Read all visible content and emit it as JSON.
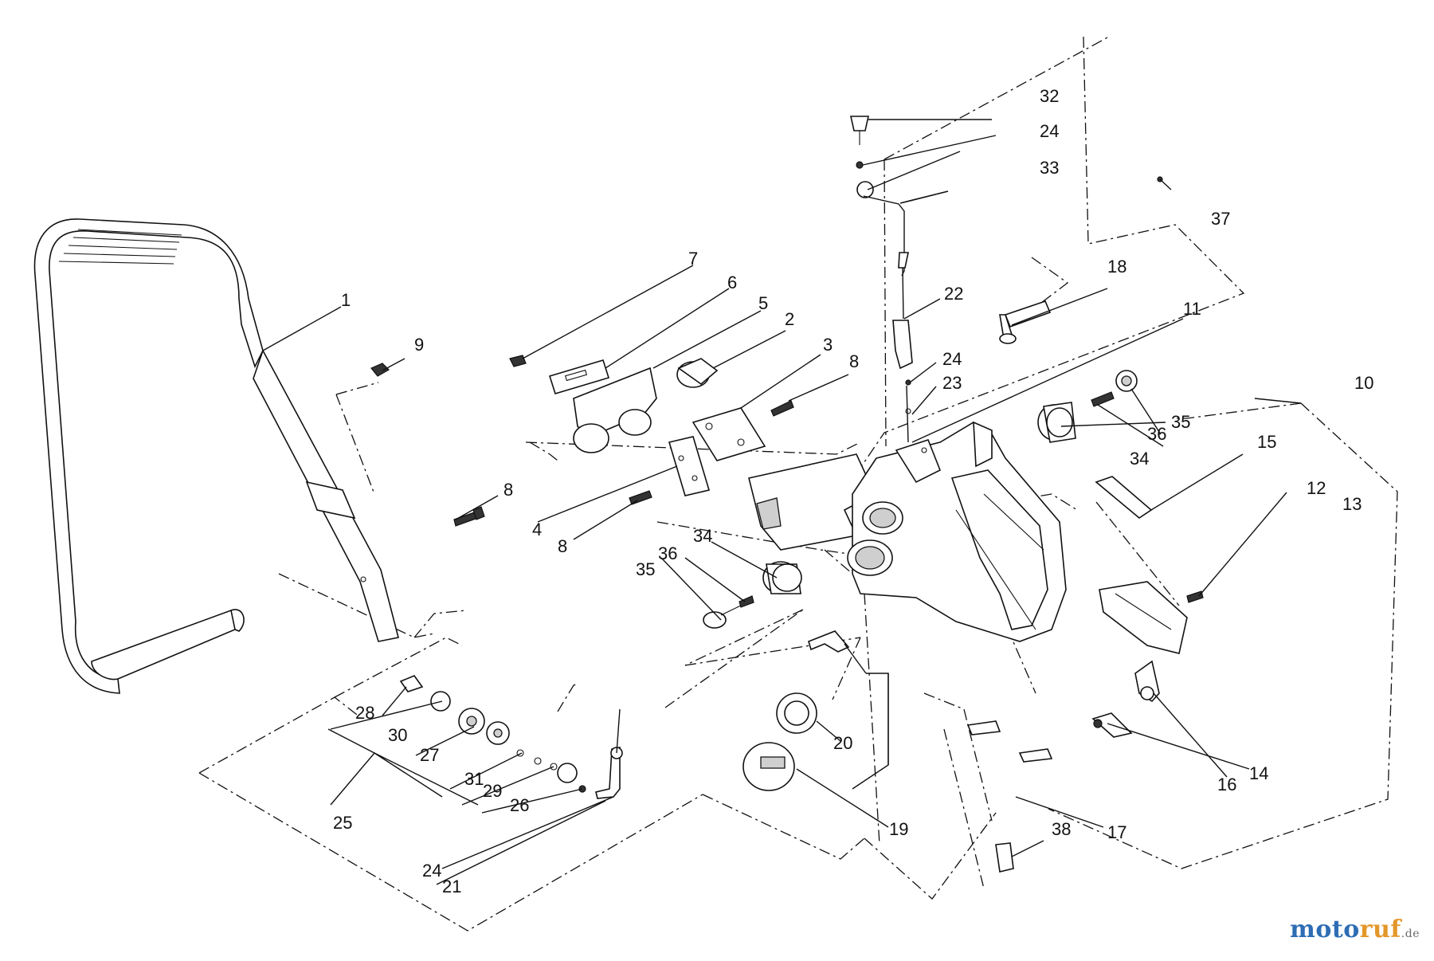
{
  "watermark": {
    "part1": "moto",
    "part2": "ruf",
    "suffix": ".de"
  },
  "labels": {
    "p1": "1",
    "p2": "2",
    "p3": "3",
    "p4": "4",
    "p5": "5",
    "p6": "6",
    "p7": "7",
    "p8a": "8",
    "p8b": "8",
    "p8c": "8",
    "p9": "9",
    "p10": "10",
    "p11": "11",
    "p12": "12",
    "p13": "13",
    "p14": "14",
    "p15": "15",
    "p16": "16",
    "p17": "17",
    "p18": "18",
    "p19": "19",
    "p20": "20",
    "p21": "21",
    "p22": "22",
    "p23": "23",
    "p24a": "24",
    "p24b": "24",
    "p24c": "24",
    "p25": "25",
    "p26": "26",
    "p27": "27",
    "p28": "28",
    "p29": "29",
    "p30": "30",
    "p31": "31",
    "p32": "32",
    "p33": "33",
    "p34a": "34",
    "p34b": "34",
    "p35a": "35",
    "p35b": "35",
    "p36a": "36",
    "p36b": "36",
    "p37": "37",
    "p38": "38"
  }
}
